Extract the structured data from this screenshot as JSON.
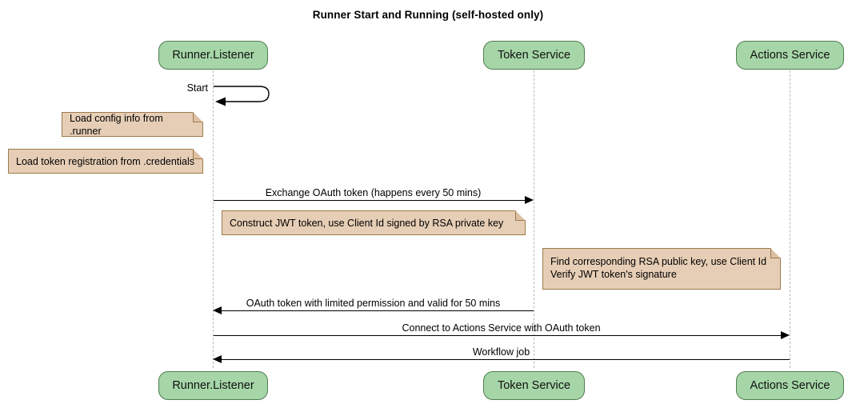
{
  "diagram": {
    "title": "Runner Start and Running (self-hosted only)",
    "type": "sequence-diagram",
    "colors": {
      "participant_fill": "#a6d6a7",
      "participant_stroke": "#4f7a52",
      "note_fill": "#e6ceb6",
      "note_stroke": "#9c7a4d",
      "line": "#000000",
      "lifeline": "#b9b9b9",
      "background": "#ffffff"
    },
    "participants": [
      {
        "id": "runner",
        "label": "Runner.Listener"
      },
      {
        "id": "token",
        "label": "Token Service"
      },
      {
        "id": "actions",
        "label": "Actions Service"
      }
    ],
    "messages": [
      {
        "id": "start",
        "label": "Start",
        "from": "runner",
        "to": "runner",
        "kind": "self"
      },
      {
        "id": "exchange",
        "label": "Exchange OAuth token (happens every 50 mins)",
        "from": "runner",
        "to": "token",
        "kind": "solid-right"
      },
      {
        "id": "oauth-return",
        "label": "OAuth token with limited permission and valid for 50 mins",
        "from": "token",
        "to": "runner",
        "kind": "solid-left"
      },
      {
        "id": "connect-actions",
        "label": "Connect to Actions Service with OAuth token",
        "from": "runner",
        "to": "actions",
        "kind": "solid-right"
      },
      {
        "id": "workflow-job",
        "label": "Workflow job",
        "from": "actions",
        "to": "runner",
        "kind": "solid-left"
      }
    ],
    "notes": [
      {
        "id": "note-config",
        "text": "Load config info from .runner",
        "attached_to": "runner"
      },
      {
        "id": "note-credentials",
        "text": "Load token registration from .credentials",
        "attached_to": "runner"
      },
      {
        "id": "note-jwt",
        "text": "Construct JWT token, use Client Id signed by RSA private key",
        "attached_to": "runner"
      },
      {
        "id": "note-verify",
        "text": "Find corresponding RSA public key, use Client Id\nVerify JWT token's signature",
        "attached_to": "token"
      }
    ]
  }
}
